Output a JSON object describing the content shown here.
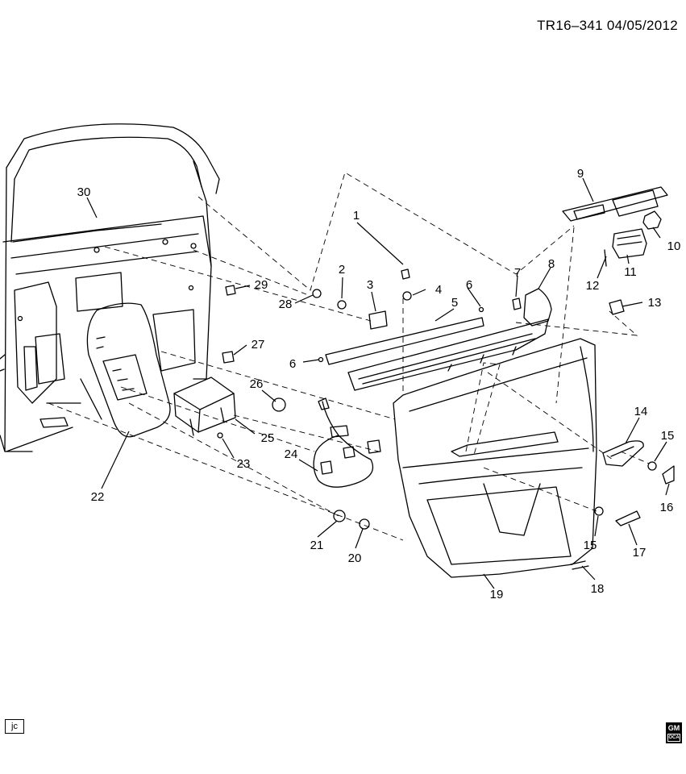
{
  "header": {
    "ref": "TR16–341  04/05/2012"
  },
  "footer": {
    "jc": "jc",
    "logo_top": "GM",
    "logo_bottom": "OCA"
  },
  "callouts": [
    "1",
    "2",
    "3",
    "4",
    "5",
    "6",
    "6",
    "7",
    "8",
    "9",
    "10",
    "11",
    "12",
    "13",
    "14",
    "15",
    "15",
    "16",
    "17",
    "18",
    "19",
    "20",
    "21",
    "22",
    "23",
    "24",
    "25",
    "26",
    "27",
    "28",
    "29",
    "30"
  ]
}
